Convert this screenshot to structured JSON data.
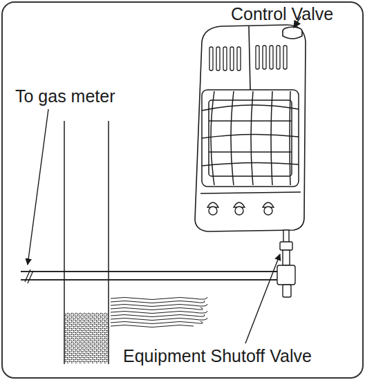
{
  "diagram": {
    "labels": [
      "Control Valve",
      "To gas meter",
      "Equipment Shutoff Valve"
    ]
  }
}
